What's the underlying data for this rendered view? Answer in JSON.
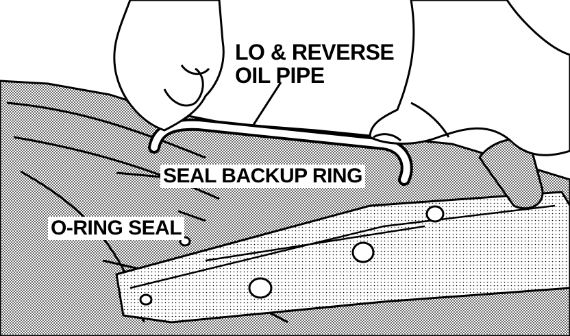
{
  "labels": {
    "lo_reverse_line1": "LO & REVERSE",
    "lo_reverse_line2": "OIL PIPE",
    "seal_backup_ring": "SEAL BACKUP RING",
    "o_ring_seal": "O-RING SEAL"
  },
  "colors": {
    "ink": "#000000",
    "paper": "#ffffff",
    "halftone": "#9a9a9a"
  }
}
